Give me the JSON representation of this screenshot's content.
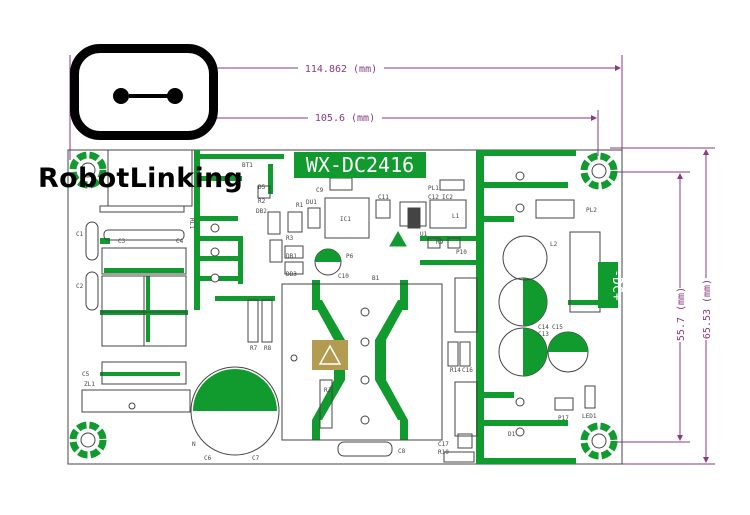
{
  "brand": {
    "name": "RobotLinking",
    "logo": "robot-head-logo"
  },
  "dimensions": {
    "overall_width": "114.862 (mm)",
    "hole_spacing_width": "105.6 (mm)",
    "hole_spacing_height": "55.7 (mm)",
    "overall_height": "65.53 (mm)"
  },
  "board": {
    "model": "WX-DC2416",
    "output_label": "-DC+",
    "components": {
      "BT1": "BT1",
      "D5": "D5",
      "R2": "R2",
      "DB2": "DB2",
      "R1": "R1",
      "DU1": "DU1",
      "C9": "C9",
      "IC1": "IC1",
      "C11": "C11",
      "PL1": "PL1",
      "C12": "C12",
      "IC2": "IC2",
      "L1": "L1",
      "U1": "U1",
      "R9": "R9",
      "P10": "P10",
      "PL2": "PL2",
      "C1": "C1",
      "C3": "C3",
      "C4": "C4",
      "RL1": "RL1",
      "R3": "R3",
      "DB1": "DB1",
      "DB3": "DB3",
      "C10": "C10",
      "P6": "P6",
      "B1": "B1",
      "L2": "L2",
      "C2": "C2",
      "R7": "R7",
      "R8": "R8",
      "C14": "C14",
      "C13": "C13",
      "C15": "C15",
      "C5": "C5",
      "ZL1": "ZL1",
      "R14": "R14",
      "C16": "C16",
      "N": "N",
      "C6": "C6",
      "C7": "C7",
      "RJ": "RJ",
      "C8": "C8",
      "C17": "C17",
      "R10": "R10",
      "D1": "D1",
      "P17": "P17",
      "LED1": "LED1"
    }
  },
  "colors": {
    "trace": "#119a2e",
    "silk": "#444444",
    "dim": "#8a3a80",
    "logo": "#000000"
  }
}
